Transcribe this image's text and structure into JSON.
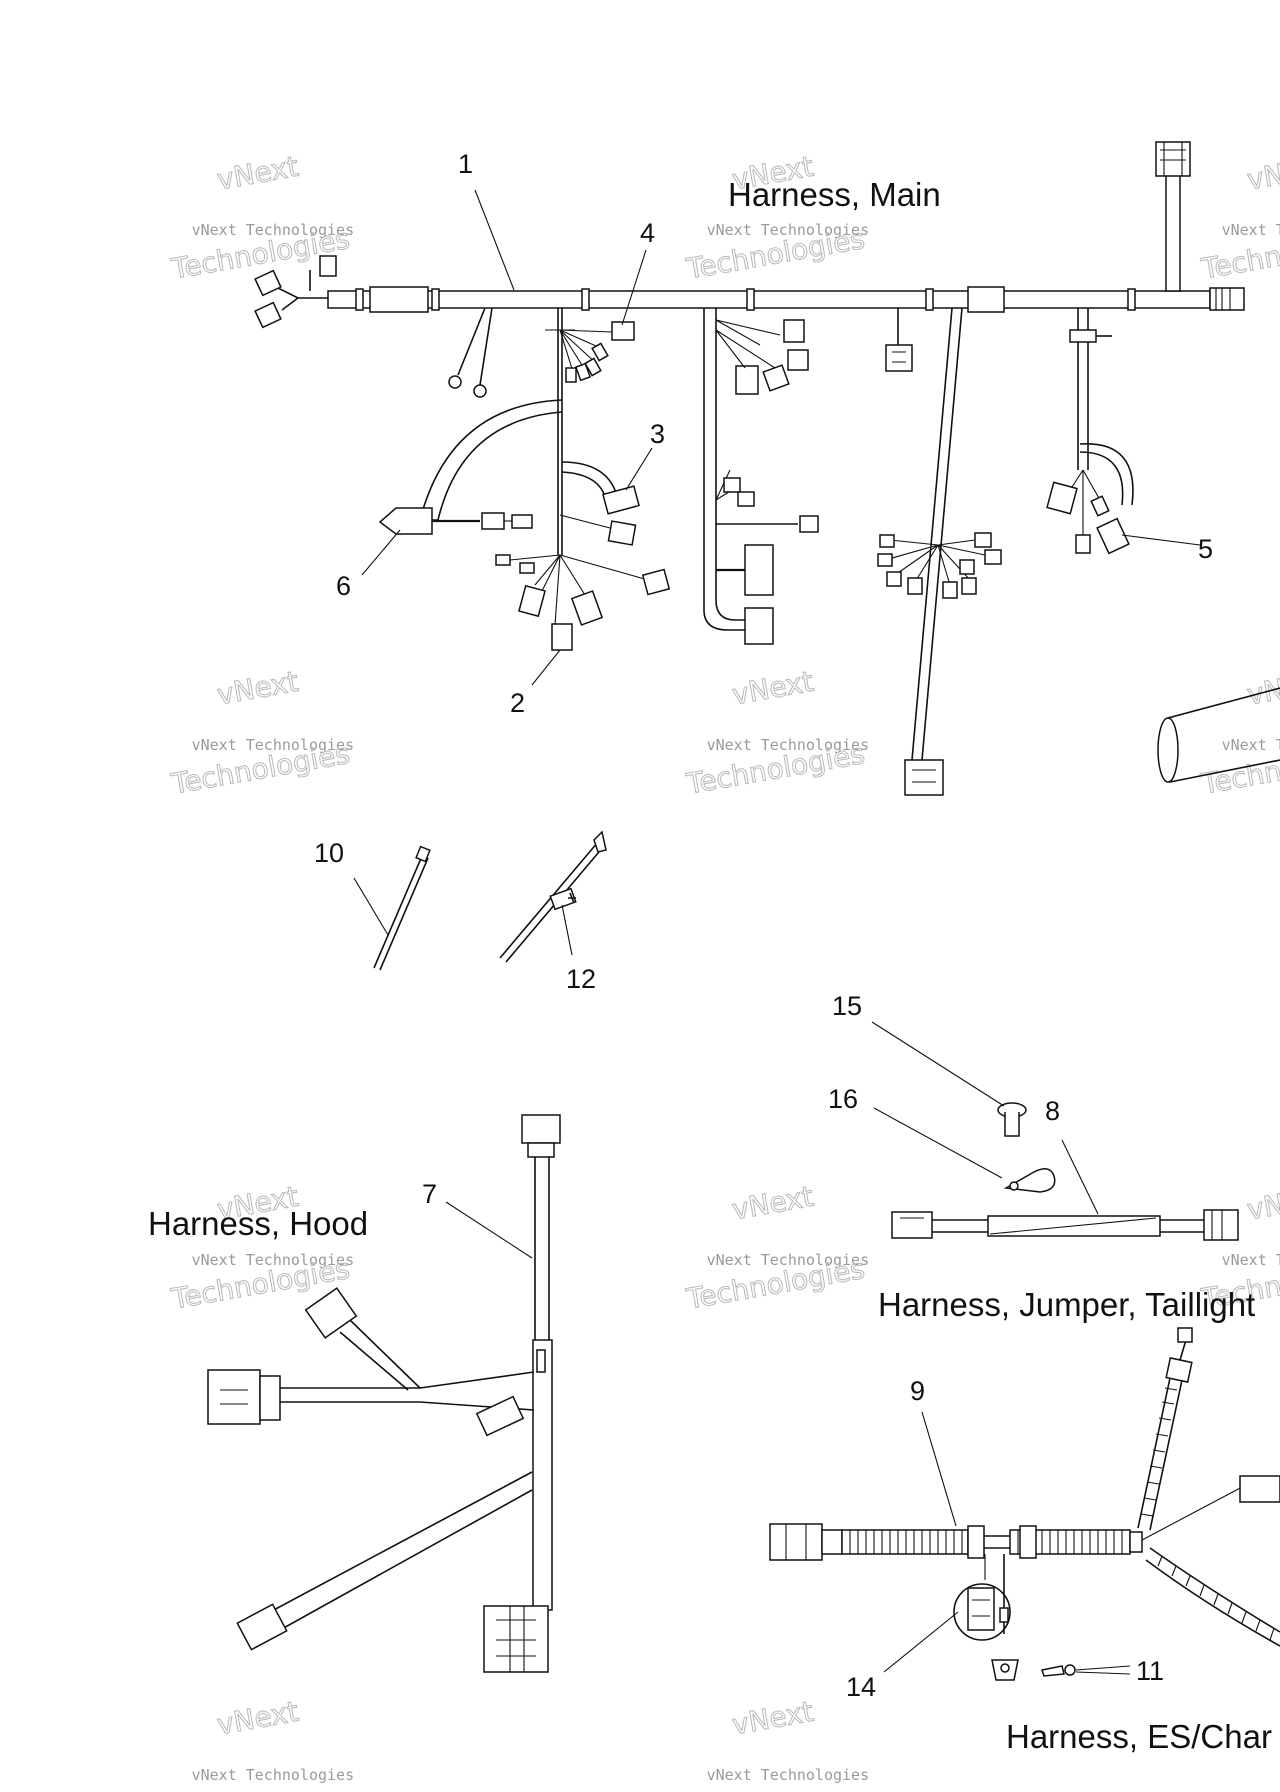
{
  "titles": {
    "main": "Harness, Main",
    "hood": "Harness, Hood",
    "jumper": "Harness, Jumper, Taillight",
    "es": "Harness, ES/Char"
  },
  "callouts": {
    "c1": "1",
    "c2": "2",
    "c3": "3",
    "c4": "4",
    "c5": "5",
    "c6": "6",
    "c7": "7",
    "c8": "8",
    "c9": "9",
    "c10": "10",
    "c11": "11",
    "c12": "12",
    "c14": "14",
    "c15": "15",
    "c16": "16"
  },
  "watermark": {
    "line1": "vNext Technologies",
    "line2": "Technologies",
    "line3": "vNext"
  }
}
